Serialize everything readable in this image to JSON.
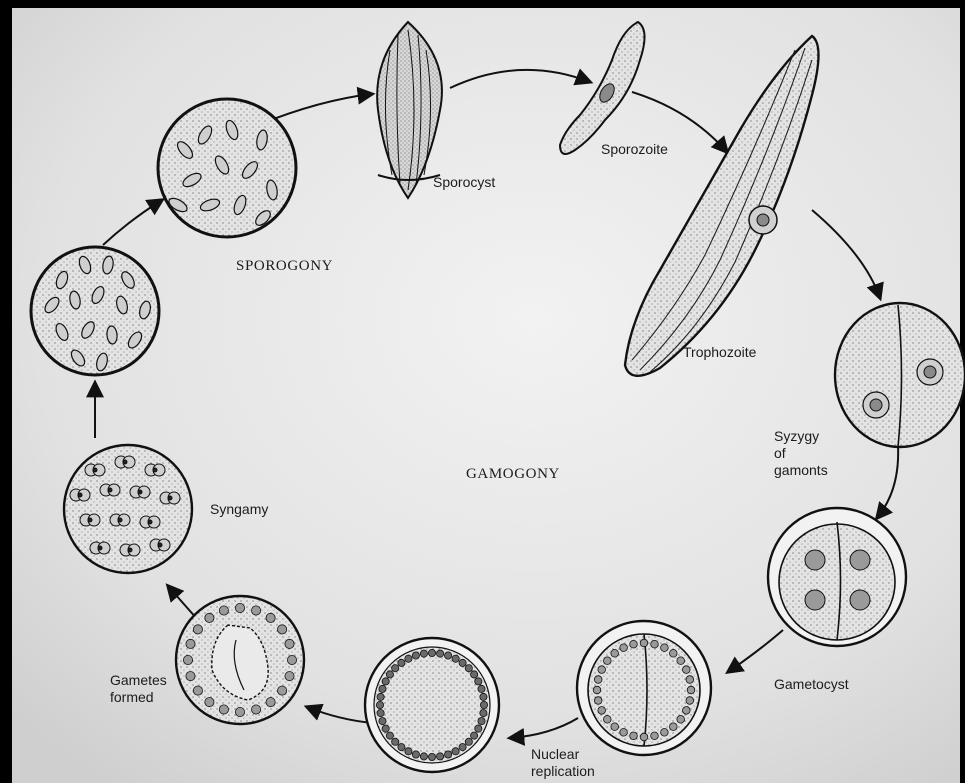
{
  "phases": {
    "sporogony": "SPOROGONY",
    "gamogony": "GAMOGONY"
  },
  "stages": {
    "sporocyst": "Sporocyst",
    "sporozoite": "Sporozoite",
    "trophozoite": "Trophozoite",
    "syzygy": "Syzygy\nof\ngamonts",
    "gametocyst": "Gametocyst",
    "nuclear_replication": "Nuclear\nreplication",
    "gametes_formed": "Gametes\nformed",
    "syngamy": "Syngamy"
  },
  "colors": {
    "page": "#e7e7e7",
    "ink": "#111111",
    "cell_fill": "#dcdcdc",
    "nucleus": "#9a9a9a",
    "frame": "#000000"
  }
}
